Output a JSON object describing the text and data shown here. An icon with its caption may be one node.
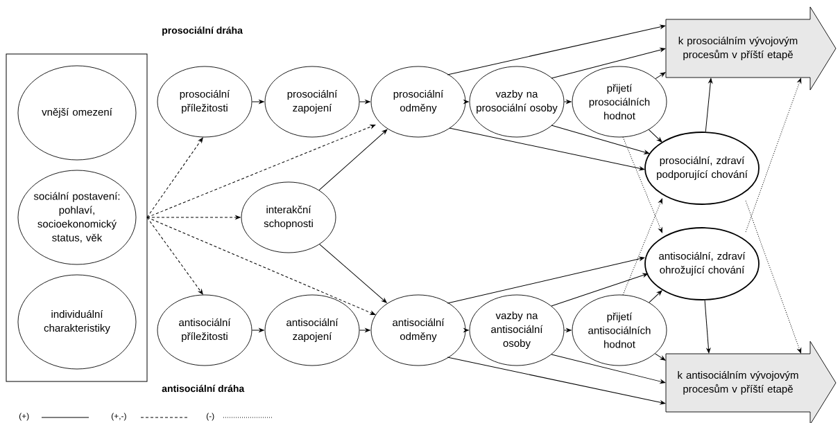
{
  "diagram": {
    "nodes": [
      {
        "text": [],
        "shape": "box"
      },
      {
        "text": [
          "vnější omezení"
        ],
        "in": 0
      },
      {
        "text": [
          "sociální postavení: pohlaví, socioekonomický status, věk"
        ],
        "in": 0
      },
      {
        "text": [
          "individuální charakteristiky"
        ],
        "in": 0
      },
      {
        "text": [
          "prosociální příležitosti"
        ]
      },
      {
        "text": [
          "prosociální zapojení"
        ]
      },
      {
        "text": [
          "prosociální odměny"
        ]
      },
      {
        "text": [
          "vazby na prosociální osoby"
        ]
      },
      {
        "text": [
          "přijetí prosociálních hodnot"
        ]
      },
      {
        "text": [
          "k prosociálním vývojovým procesům v příští etapě"
        ]
      },
      {
        "text": [
          "interakční schopnosti"
        ]
      },
      {
        "text": [
          "prosociální, zdraví podporující chování"
        ]
      },
      {
        "text": [
          "antisociální, zdraví ohrožující chování"
        ]
      },
      {
        "text": [
          "antisociální příležitosti"
        ]
      },
      {
        "text": [
          "antisociální zapojení"
        ]
      },
      {
        "text": [
          "antisociální odměny"
        ]
      },
      {
        "text": [
          "vazby na antisociální osoby"
        ]
      },
      {
        "text": [
          "přijetí antisociálních hodnot"
        ]
      },
      {
        "text": [
          "k antisociálním vývojovým procesům v příští etapě"
        ]
      }
    ],
    "edges": [
      {
        "from": 0,
        "to": 4,
        "arrow": "to",
        "style": "dashed"
      },
      {
        "from": 0,
        "to": 6,
        "arrow": "to",
        "style": "dashed"
      },
      {
        "from": 0,
        "to": 10,
        "arrow": "to",
        "style": "dashed"
      },
      {
        "from": 0,
        "to": 15,
        "arrow": "to",
        "style": "dashed"
      },
      {
        "from": 0,
        "to": 13,
        "arrow": "to",
        "style": "dashed"
      },
      {
        "from": 4,
        "to": 5,
        "arrow": "to"
      },
      {
        "from": 5,
        "to": 6,
        "arrow": "to"
      },
      {
        "from": 6,
        "to": 7,
        "arrow": "to"
      },
      {
        "from": 7,
        "to": 8,
        "arrow": "to"
      },
      {
        "from": 10,
        "to": 6,
        "arrow": "to"
      },
      {
        "from": 6,
        "to": 9,
        "arrow": "to"
      },
      {
        "from": 7,
        "to": 9,
        "arrow": "to"
      },
      {
        "from": 8,
        "to": 9,
        "arrow": "to"
      },
      {
        "from": 6,
        "to": 11,
        "arrow": "to"
      },
      {
        "from": 7,
        "to": 11,
        "arrow": "to"
      },
      {
        "from": 8,
        "to": 11,
        "arrow": "to"
      },
      {
        "from": 11,
        "to": 9,
        "arrow": "to"
      },
      {
        "from": 8,
        "to": 12,
        "arrow": "to",
        "style": "dashed"
      },
      {
        "from": 17,
        "to": 11,
        "arrow": "to",
        "style": "dashed"
      },
      {
        "from": 12,
        "to": 9,
        "arrow": "to",
        "style": "dashed"
      },
      {
        "from": 11,
        "to": 18,
        "arrow": "to",
        "style": "dashed"
      },
      {
        "from": 10,
        "to": 15,
        "arrow": "to"
      },
      {
        "from": 13,
        "to": 14,
        "arrow": "to"
      },
      {
        "from": 14,
        "to": 15,
        "arrow": "to"
      },
      {
        "from": 15,
        "to": 16,
        "arrow": "to"
      },
      {
        "from": 16,
        "to": 17,
        "arrow": "to"
      },
      {
        "from": 15,
        "to": 12,
        "arrow": "to"
      },
      {
        "from": 16,
        "to": 12,
        "arrow": "to"
      },
      {
        "from": 17,
        "to": 12,
        "arrow": "to"
      },
      {
        "from": 15,
        "to": 18,
        "arrow": "to"
      },
      {
        "from": 16,
        "to": 18,
        "arrow": "to"
      },
      {
        "from": 17,
        "to": 18,
        "arrow": "to"
      },
      {
        "from": 12,
        "to": 18,
        "arrow": "to"
      }
    ],
    "labels": [
      "prosociální dráha",
      "antisociální dráha"
    ],
    "legend": [
      {
        "text": "(+)"
      },
      {
        "text": "(+,-)"
      },
      {
        "text": "(-)"
      }
    ]
  }
}
